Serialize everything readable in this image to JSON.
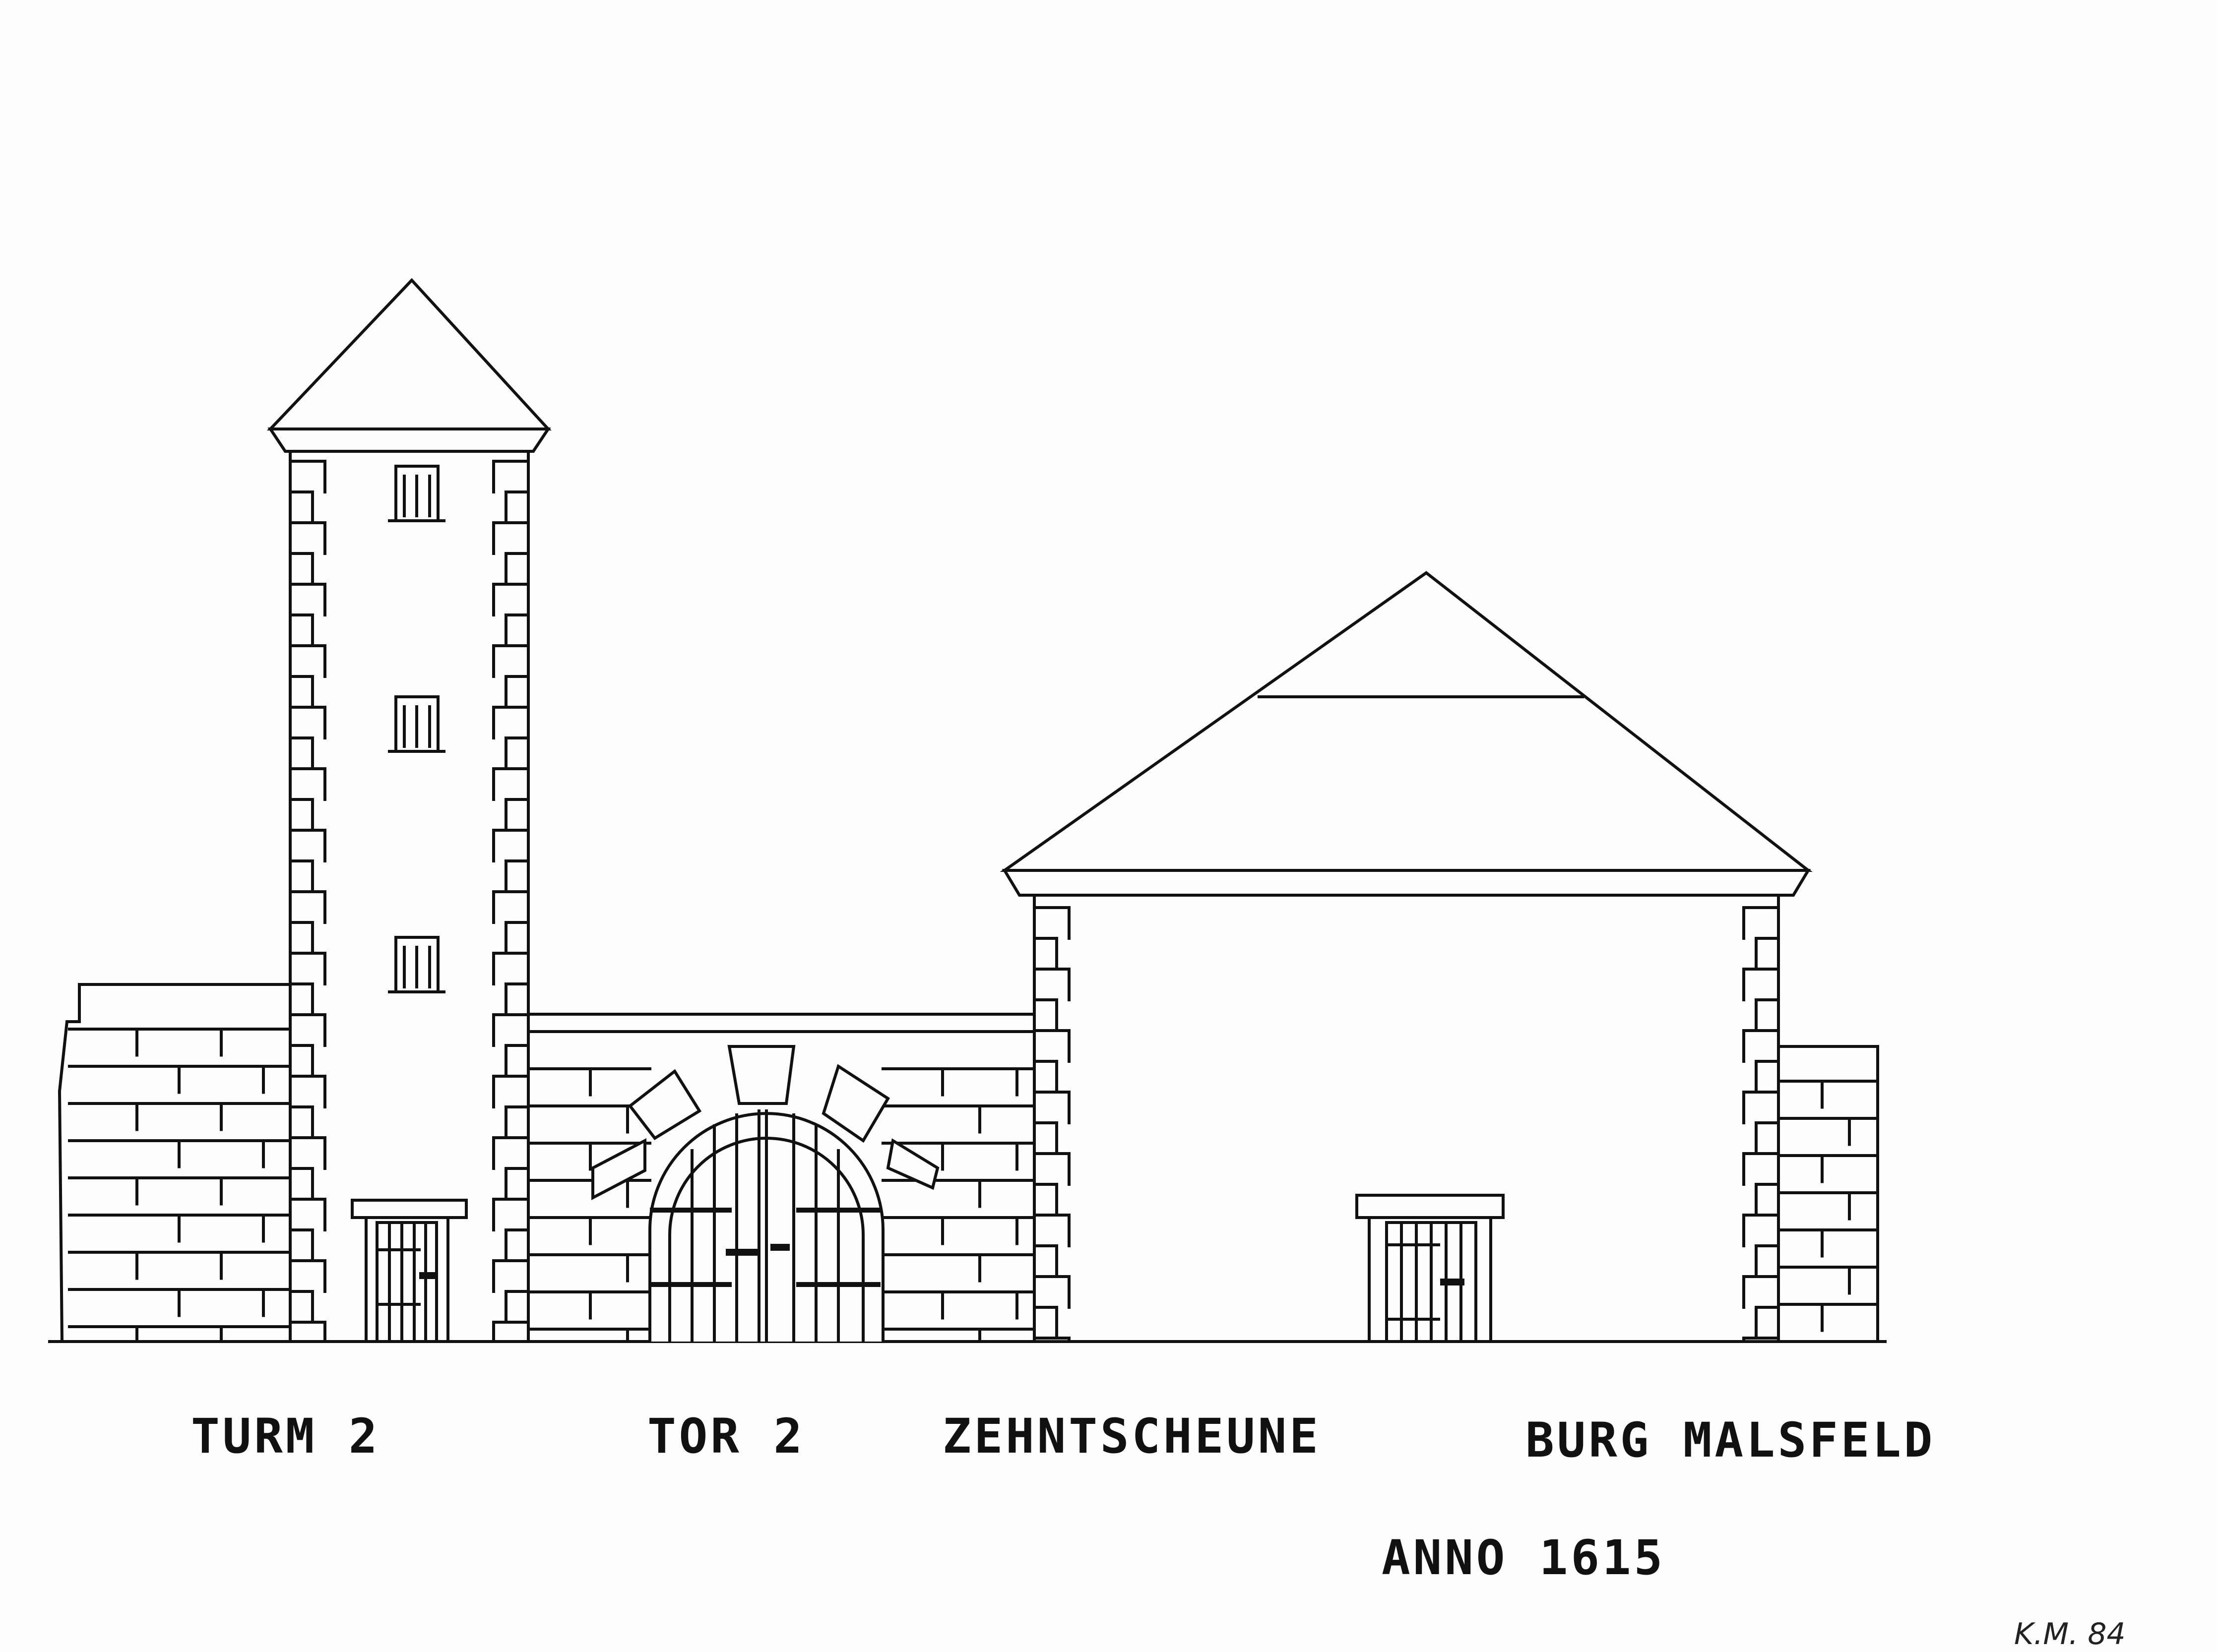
{
  "labels": {
    "tower": "TURM 2",
    "gate": "TOR 2",
    "barn": "ZEHNTSCHEUNE",
    "castle": "BURG MALSFELD",
    "year": "ANNO 1615"
  },
  "signature": "K.M. 84",
  "ink_color": "#111111",
  "paper_color": "#fdfdfd"
}
